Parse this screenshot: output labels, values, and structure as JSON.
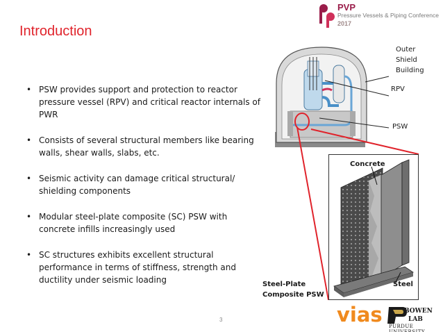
{
  "title": "Introduction",
  "logo": {
    "name": "PVP",
    "subtitle": "Pressure Vessels & Piping Conference",
    "year": "2017"
  },
  "bullets": [
    "PSW provides support and protection to reactor pressure vessel (RPV) and critical reactor internals of PWR",
    "Consists of several structural members like bearing walls, shear walls, slabs, etc.",
    "Seismic activity can damage critical structural/ shielding components",
    "Modular steel-plate composite (SC) PSW with concrete infills increasingly used",
    "SC structures exhibits excellent structural performance in terms of stiffness, strength and ductility under seismic loading"
  ],
  "bullet_symbol": "•",
  "figure_labels": {
    "outer_shield_line1": "Outer",
    "outer_shield_line2": "Shield",
    "outer_shield_line3": "Building",
    "rpv": "RPV",
    "psw": "PSW",
    "concrete": "Concrete",
    "steel_plate_line1": "Steel-Plate",
    "steel_plate_line2": "Composite PSW",
    "steel": "Steel"
  },
  "page_number": "3",
  "footer_logos": {
    "vias": "vias",
    "bowen": "BOWEN",
    "lab": "LAB",
    "purdue": "PURDUE UNIVERSITY"
  },
  "colors": {
    "title": "#e0232b",
    "callout": "#e0232b",
    "vias": "#f08a1e",
    "pvp": "#9a1d4a"
  }
}
